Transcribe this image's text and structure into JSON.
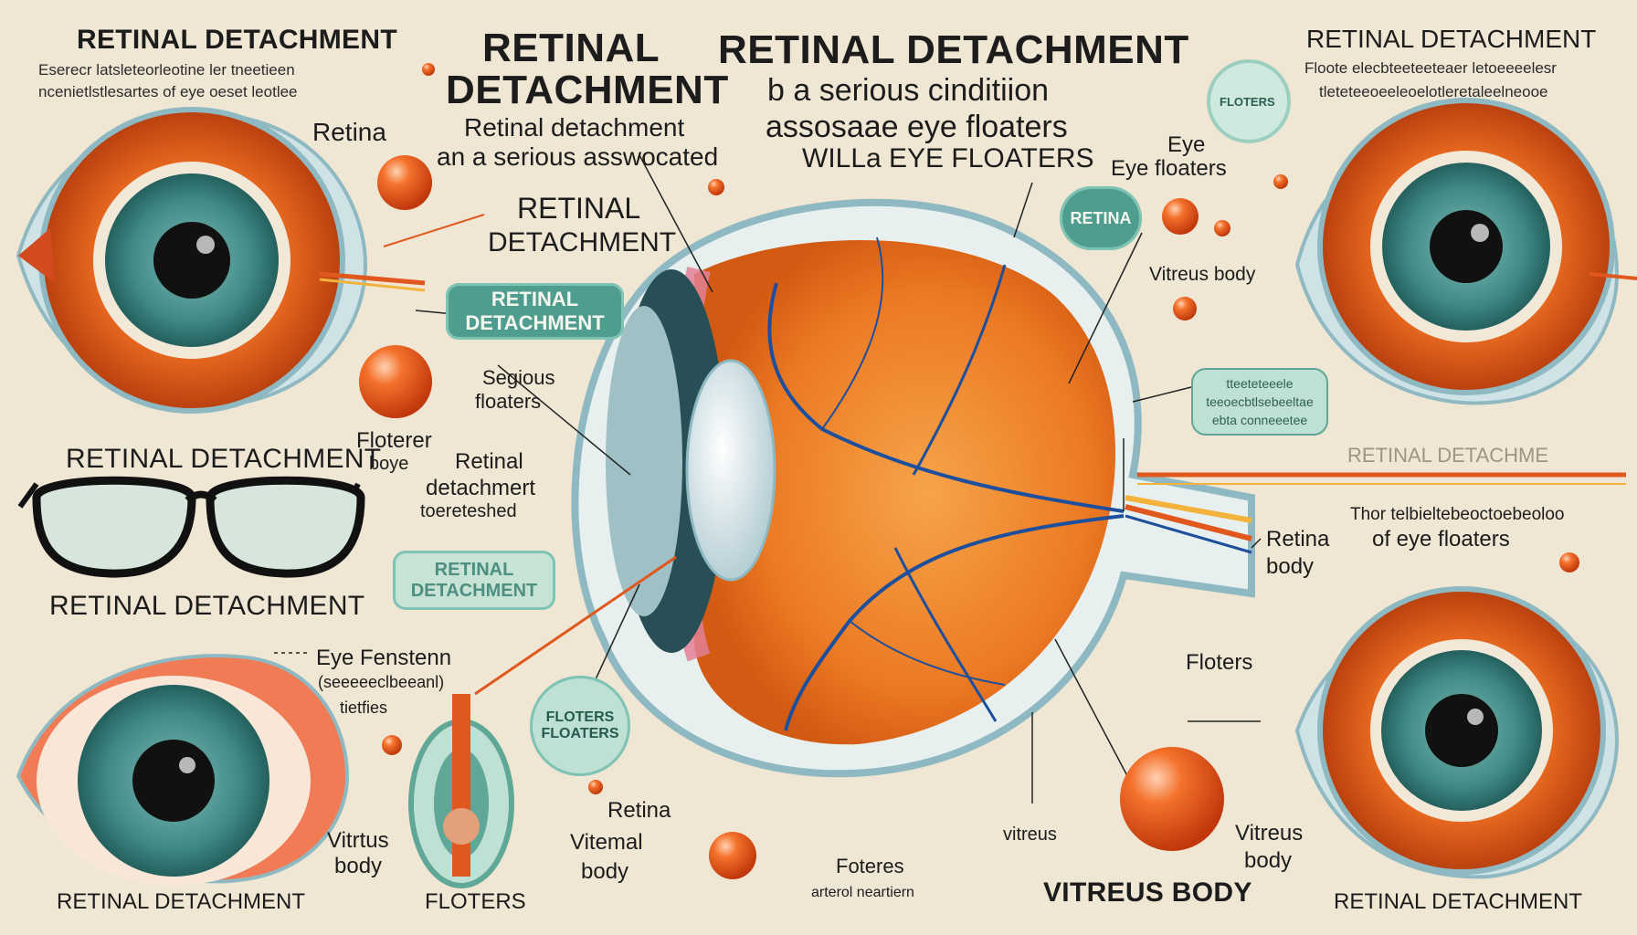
{
  "colors": {
    "background": "#efe6d4",
    "iris_orange": "#ea6a1f",
    "iris_teal": "#3f8a86",
    "badge_teal": "#4f9d8f",
    "floater": "#e9541c",
    "outline": "#8fb9c2"
  },
  "labels": {
    "top_left_title": "RETINAL DETACHMENT",
    "top_left_line1": "Eserecr latsleteorleotine ler tneetieen",
    "top_left_line2": "ncenietlstlesartes of eye oeset leotlee",
    "left_retina": "Retina",
    "center_title_small_1": "RETINAL",
    "center_title_small_2": "DETACHMENT",
    "center_sub_1": "Retinal detachment",
    "center_sub_2": "an a serious asswocated",
    "main_title": "RETINAL DETACHMENT",
    "main_line1": "b a serious cinditiion",
    "main_line2": "assosaae eye floaters",
    "main_line3": "WILLa EYE FLOATERS",
    "mid_retinal_1": "RETINAL",
    "mid_retinal_2": "DETACHMENT",
    "badge_retinal_detachment_1": "RETINAL",
    "badge_retinal_detachment_2": "DETACHMENT",
    "badge_retinal_detachment2_1": "RETINAL",
    "badge_retinal_detachment2_2": "DETACHMENT",
    "badge_floters_1": "FLOTERS",
    "badge_floters_2": "FLOATERS",
    "badge_retina": "RETINA",
    "badge_floters_top": "FLOTERS",
    "serious_1": "Segious",
    "serious_2": "floaters",
    "floterer_1": "Floterer",
    "floterer_2": "boye",
    "left_retinal_detachment": "RETINAL DETACHMENT",
    "retinal_mid_1": "Retinal",
    "retinal_mid_2": "detachmert",
    "retinal_mid_3": "toereteshed",
    "glasses_caption": "RETINAL DETACHMENT",
    "eye_fensten_1": "Eye Fenstenn",
    "eye_fensten_2": "(seeeeeclbeeanl)",
    "eye_fensten_3": "tietfies",
    "left_vitreus_1": "Vitrtus",
    "left_vitreus_2": "body",
    "bottom_left_caption": "RETINAL DETACHMENT",
    "bottom_floters": "FLOTERS",
    "retina_bottom": "Retina",
    "vitemal_1": "Vitemal",
    "vitemal_2": "body",
    "foteres_1": "Foteres",
    "foteres_2": "arterol neartiern",
    "vitreus_small": "vitreus",
    "vitreus_body_bottom": "VITREUS BODY",
    "right_eye_1": "Eye",
    "right_eye_2": "Eye floaters",
    "vitreus_body_right": "Vitreus body",
    "pill_right_1": "tteeteteeele",
    "pill_right_2": "teeoecbtlsebeeltae",
    "pill_right_3": "ebta conneeetee",
    "right_faint_title": "RETINAL DETACHME",
    "right_line_1": "Thor telbieltebeoctoebeoloo",
    "right_line_2": "of eye floaters",
    "retina_body_1": "Retina",
    "retina_body_2": "body",
    "floters_right": "Floters",
    "vitreus_right_1": "Vitreus",
    "vitreus_right_2": "body",
    "bottom_right_caption": "RETINAL DETACHMENT",
    "top_right_title": "RETINAL DETACHMENT",
    "top_right_line1": "Floote elecbteeteeteaer letoeeeelesr",
    "top_right_line2": "tleteteeoeeleoelotleretaleelneooe"
  },
  "icons": [
    "eye-icon",
    "eyeglasses-icon",
    "floater-sphere-icon",
    "eye-cross-section-icon",
    "optic-nerve-icon"
  ]
}
